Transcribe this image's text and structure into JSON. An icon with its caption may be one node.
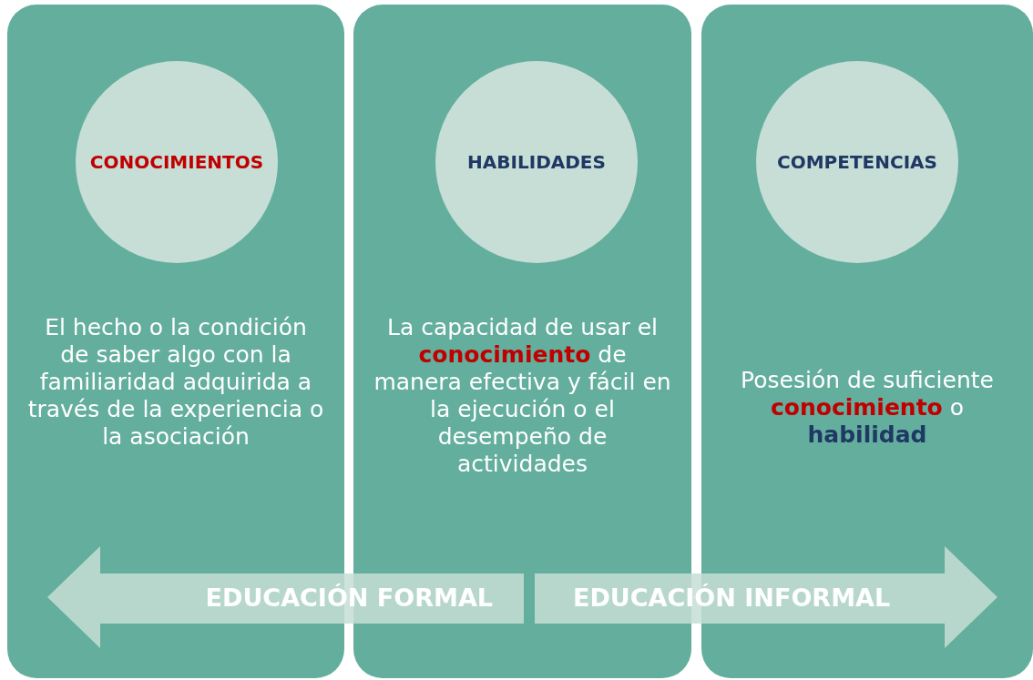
{
  "diagram": {
    "nodes": [
      {
        "text": [
          "El hecho o la condición de saber algo con la familiaridad adquirida a través de la experiencia o la asociación"
        ]
      },
      {
        "text": [
          "CONOCIMIENTOS"
        ],
        "in": 0
      },
      {
        "text": [
          "La capacidad de usar el **conocimiento** de manera efectiva y fácil en la ejecución o el desempeño de actividades"
        ]
      },
      {
        "text": [
          "HABILIDADES"
        ],
        "in": 2
      },
      {
        "text": [
          "Posesión de suficiente **conocimiento** o **habilidad**"
        ]
      },
      {
        "text": [
          "COMPETENCIAS"
        ],
        "in": 4
      },
      {
        "text": [
          "EDUCACIÓN FORMAL"
        ]
      },
      {
        "text": [
          "EDUCACIÓN INFORMAL"
        ]
      }
    ],
    "edges": []
  }
}
